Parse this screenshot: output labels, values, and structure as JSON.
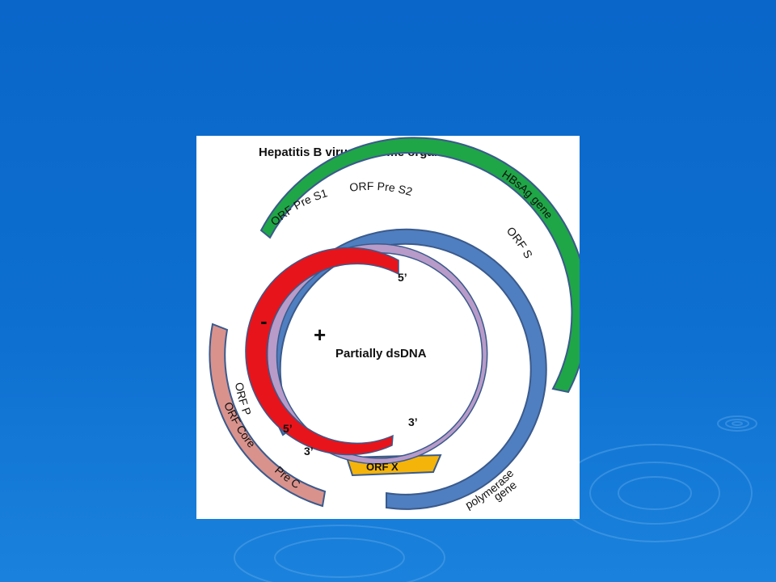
{
  "figure": {
    "title": "Hepatitis B virus  genome organisation",
    "center_label": "Partially dsDNA",
    "minus_sign": "-",
    "plus_sign": "+",
    "labels": {
      "orf_pre_s1": "ORF Pre S1",
      "orf_pre_s2": "ORF Pre S2",
      "hbsag_gene": "HBsAg gene",
      "orf_s": "ORF S",
      "orf_p": "ORF P",
      "orf_core": "ORF Core",
      "pre_c": "Pre C",
      "orf_x": "ORF X",
      "polymerase": "polymerase",
      "gene": "gene",
      "inner_5_top": "5’",
      "inner_3_bottom": "3’",
      "outer_5_left": "5’",
      "outer_3_left": "3’"
    }
  },
  "colors": {
    "background": "#0a66c9",
    "s_region": "#1fa647",
    "polymerase": "#4f7fc0",
    "core": "#d9928c",
    "x_region": "#f5b40a",
    "plus_strand": "#e8141b",
    "minus_strand": "#b89bc8",
    "outline": "#3a5a8c"
  }
}
